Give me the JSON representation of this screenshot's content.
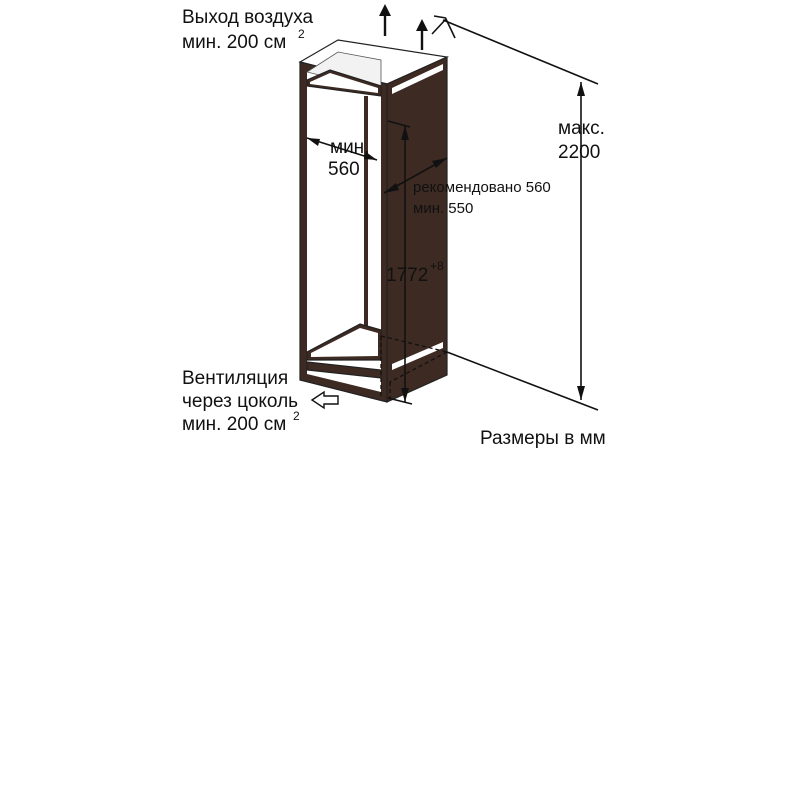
{
  "diagram": {
    "air_outlet": {
      "line1": "Выход воздуха",
      "line2": "мин. 200 см",
      "sup": "2"
    },
    "ventilation": {
      "line1": "Вентиляция",
      "line2": "через цоколь",
      "line3": "мин. 200 см",
      "sup": "2"
    },
    "max_height": {
      "line1": "макс.",
      "line2": "2200"
    },
    "niche_width": {
      "line1": "мин.",
      "line2": "560"
    },
    "niche_depth": {
      "line1": "рекомендовано 560",
      "line2": "мин. 550"
    },
    "niche_height": {
      "value": "1772",
      "sup": "+8"
    },
    "units_note": "Размеры в мм"
  },
  "icons": [
    "air-flow-arrow-icon",
    "air-flow-arrow-icon",
    "slope-symbol-icon",
    "ventilation-arrow-icon"
  ],
  "colors": {
    "line": "#111111",
    "cabinet_dark": "#3d2a22",
    "cabinet_light": "#ffffff"
  }
}
